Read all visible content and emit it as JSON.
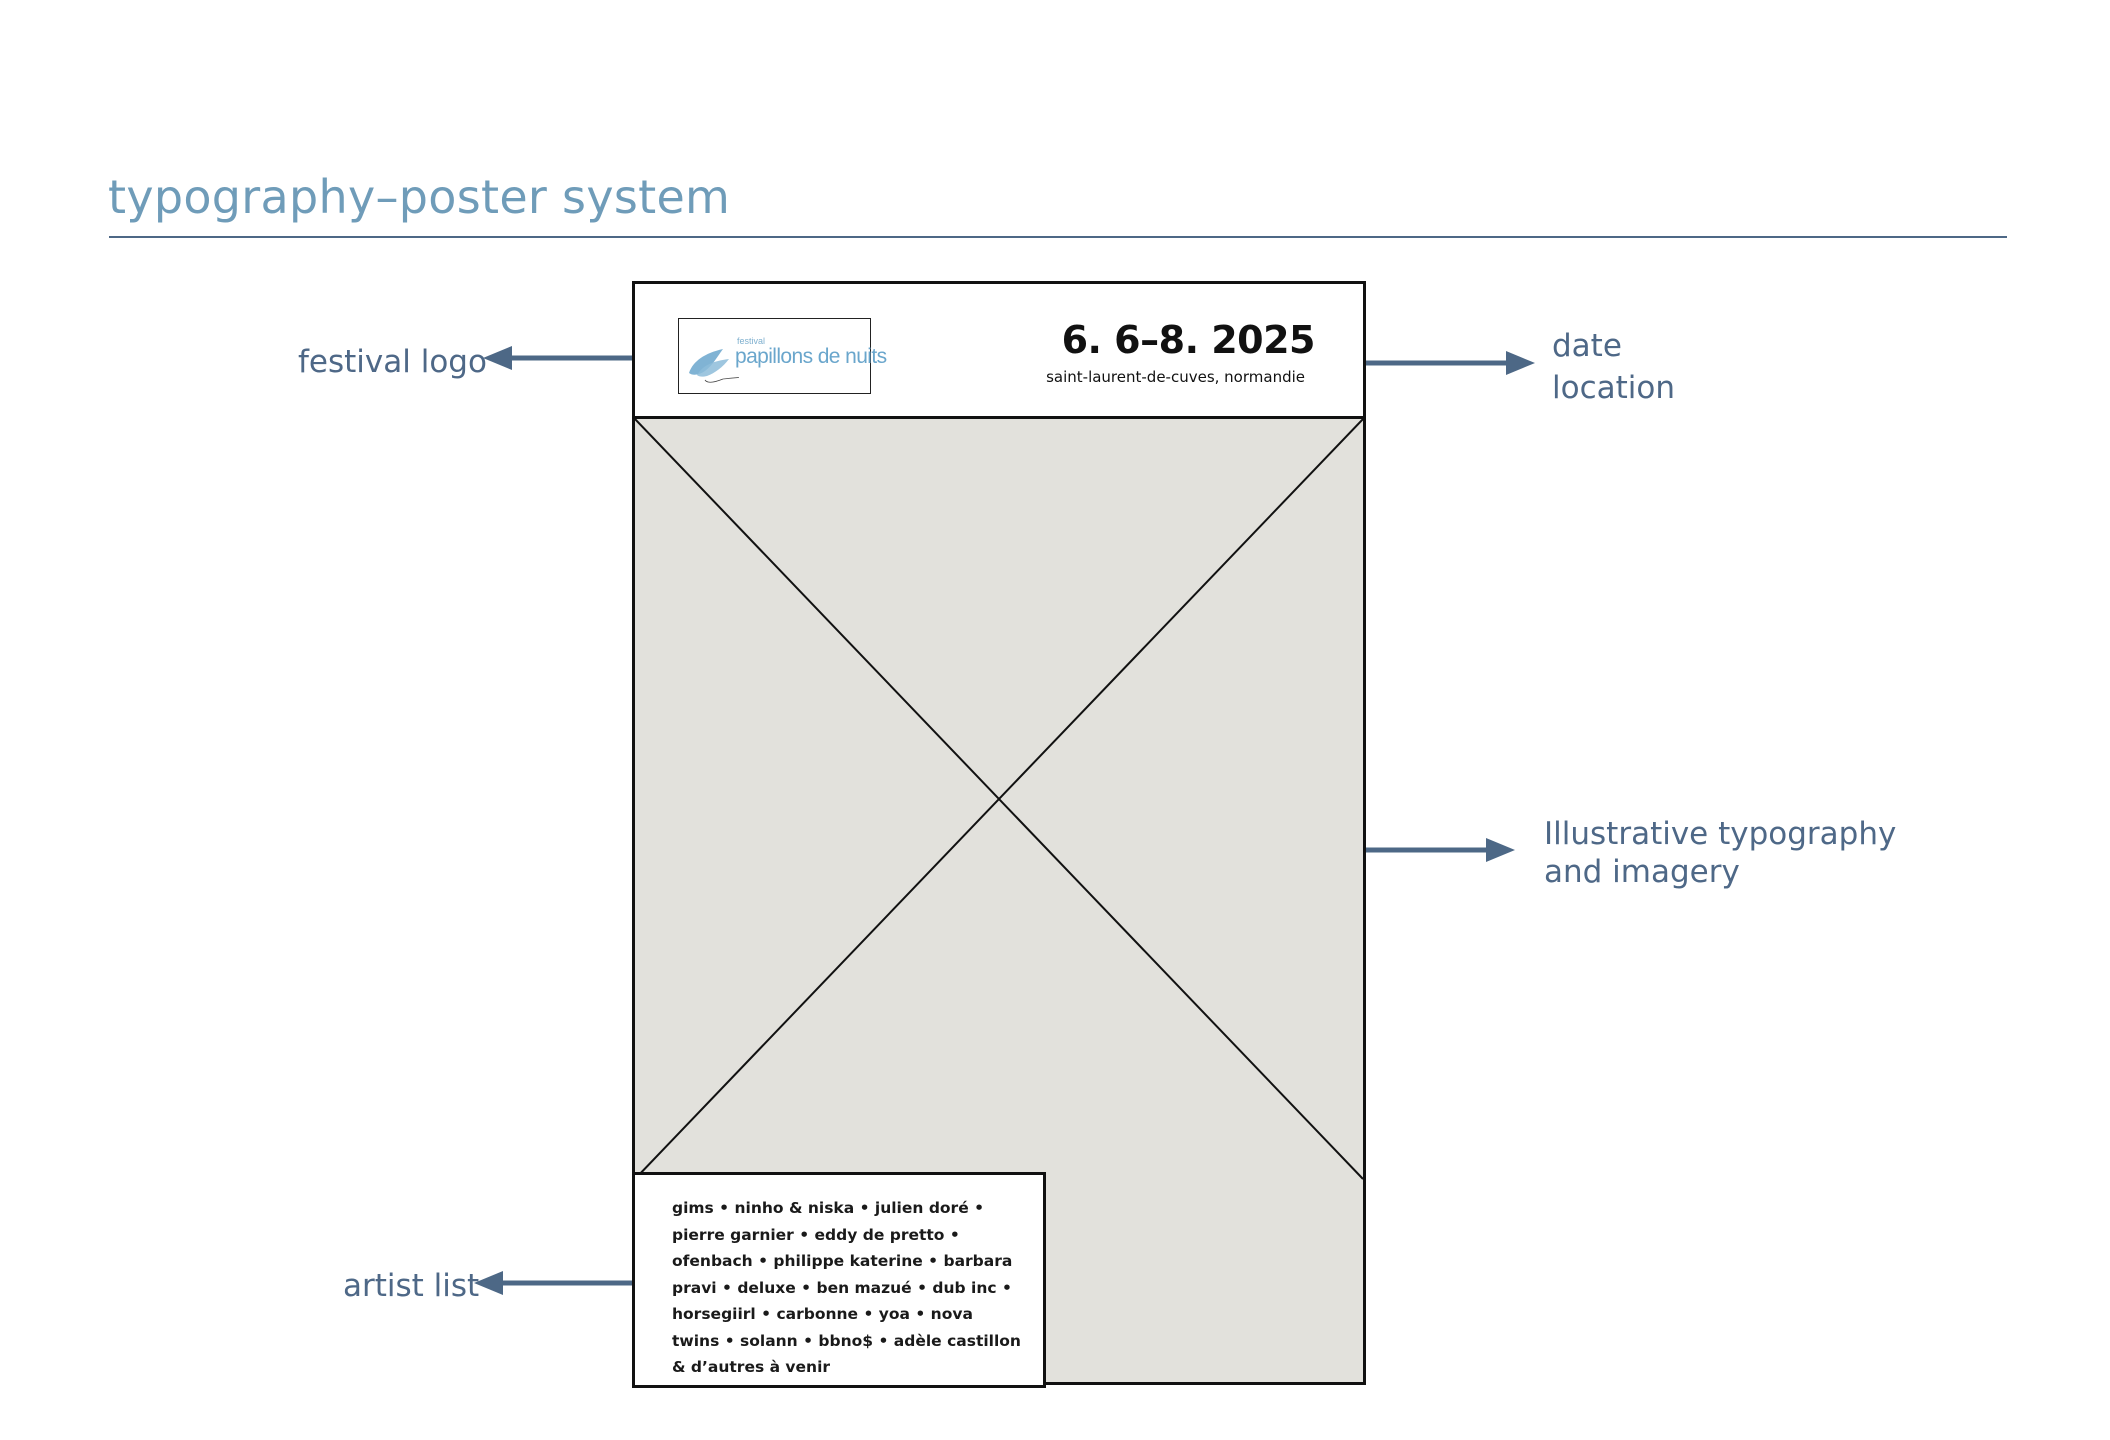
{
  "page": {
    "title": "typography–poster system"
  },
  "annotations": {
    "festival_logo": "festival logo",
    "date": "date",
    "location": "location",
    "illustrative_line1": "Illustrative typography",
    "illustrative_line2": "and imagery",
    "artist_list": "artist list"
  },
  "poster": {
    "logo": {
      "small_text": "festival",
      "main_text": "papillons de nuits"
    },
    "date": "6. 6–8. 2025",
    "location": "saint-laurent-de-cuves, normandie",
    "artists_text": "gims • ninho & niska • julien doré • pierre garnier • eddy de pretto • ofenbach • philippe katerine • barbara pravi • deluxe • ben mazué • dub inc • horsegiirl • carbonne • yoa • nova twins • solann • bbno$ • adèle castillon & d’autres à venir"
  },
  "colors": {
    "title": "#6f9cb9",
    "annotation": "#4e6887",
    "arrow": "#4d6886",
    "placeholder_fill": "#e2e1dc",
    "logo_blue": "#6aa6cc"
  }
}
